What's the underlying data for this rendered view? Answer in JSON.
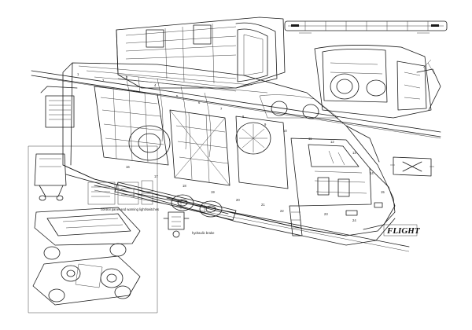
{
  "figure": {
    "label_cab_control": "control panel and warning light/switches",
    "label_hydraulic_brake": "hydraulic brake",
    "logo_text": "FLIGHT",
    "callout_marks": [
      "1",
      "2",
      "3",
      "4",
      "5",
      "6",
      "7",
      "8",
      "9",
      "10",
      "11",
      "12",
      "13",
      "14",
      "15",
      "16",
      "17",
      "18",
      "19",
      "20",
      "21",
      "22",
      "23",
      "24"
    ]
  }
}
